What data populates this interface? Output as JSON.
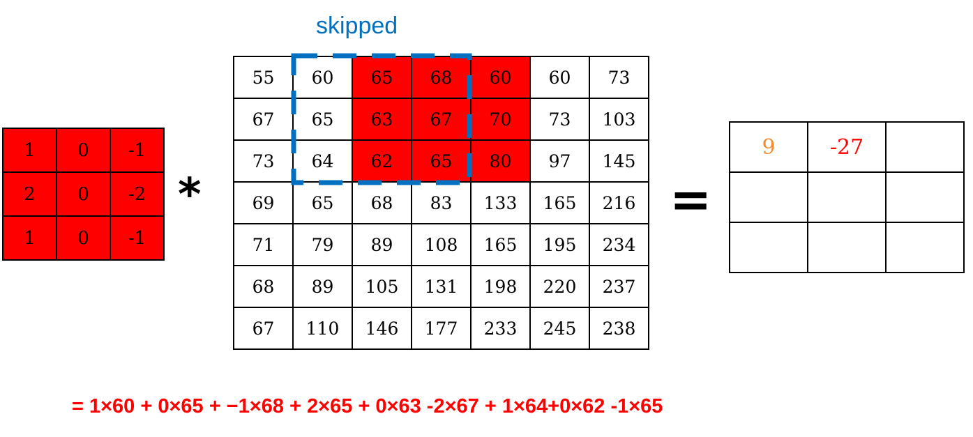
{
  "kernel": [
    [
      "1",
      "0",
      "-1"
    ],
    [
      "2",
      "0",
      "-2"
    ],
    [
      "1",
      "0",
      "-1"
    ]
  ],
  "operators": {
    "convolve": "*",
    "equals": "="
  },
  "image": [
    [
      "55",
      "60",
      "65",
      "68",
      "60",
      "60",
      "73"
    ],
    [
      "67",
      "65",
      "63",
      "67",
      "70",
      "73",
      "103"
    ],
    [
      "73",
      "64",
      "62",
      "65",
      "80",
      "97",
      "145"
    ],
    [
      "69",
      "65",
      "68",
      "83",
      "133",
      "165",
      "216"
    ],
    [
      "71",
      "79",
      "89",
      "108",
      "165",
      "195",
      "234"
    ],
    [
      "68",
      "89",
      "105",
      "131",
      "198",
      "220",
      "237"
    ],
    [
      "67",
      "110",
      "146",
      "177",
      "233",
      "245",
      "238"
    ]
  ],
  "highlight": {
    "rows": [
      0,
      1,
      2
    ],
    "cols": [
      2,
      3,
      4
    ],
    "color": "#ff0000"
  },
  "skipped": {
    "label": "skipped",
    "color": "#0070c0"
  },
  "result": [
    [
      "9",
      "-27",
      ""
    ],
    [
      "",
      "",
      ""
    ],
    [
      "",
      "",
      ""
    ]
  ],
  "result_colors": {
    "first": "#f28a2e",
    "second": "#ff0000"
  },
  "formula": "= 1×60  + 0×65 + −1×68  +  2×65 + 0×63  -2×67 + 1×64+0×62 -1×65"
}
